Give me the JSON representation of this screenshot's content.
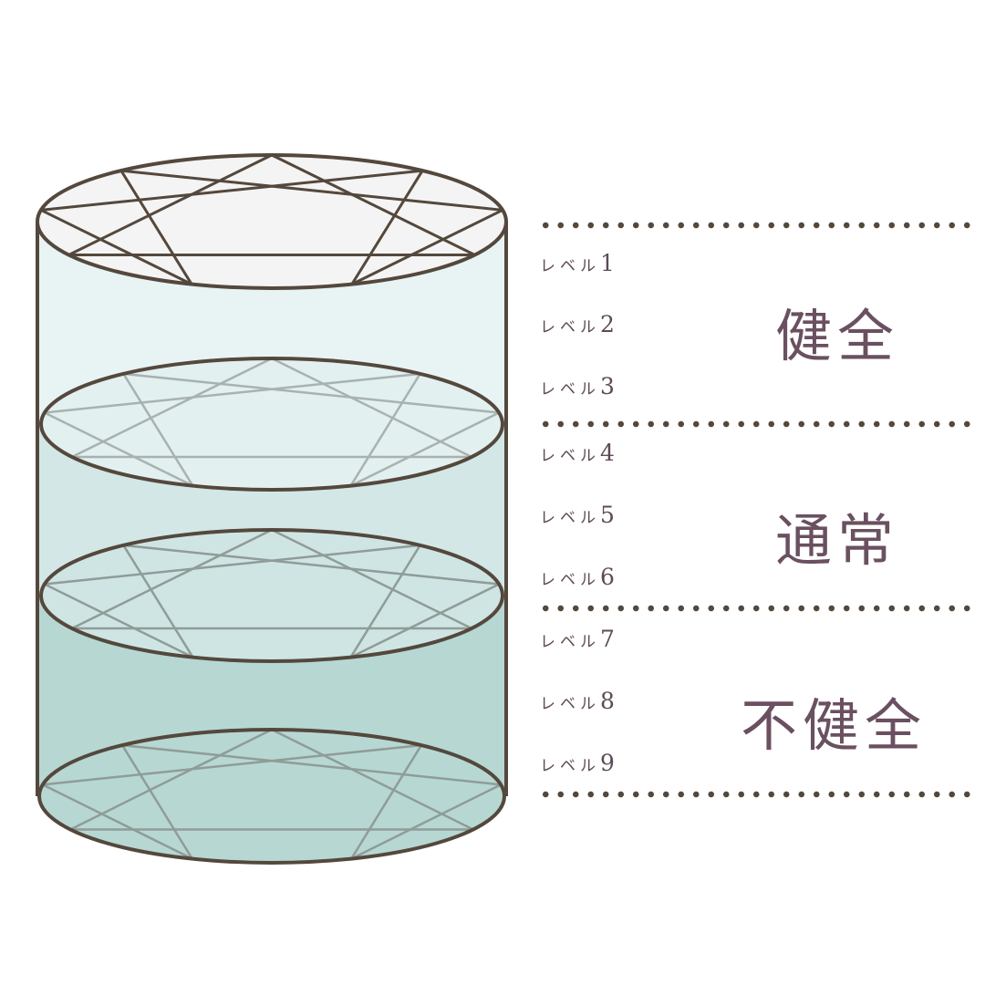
{
  "diagram": {
    "type": "enneagram-health-levels-cylinder",
    "colors": {
      "outline": "#54483d",
      "inner_line": "#8f9c98",
      "top_fill": "#f4f4f4",
      "band_healthy": "#e8f3f4",
      "band_average": "#d2e7e6",
      "band_unhealthy": "#b7d7d3",
      "label_text": "#6a5060"
    },
    "levels": [
      {
        "prefix": "レベル",
        "num": "1"
      },
      {
        "prefix": "レベル",
        "num": "2"
      },
      {
        "prefix": "レベル",
        "num": "3"
      },
      {
        "prefix": "レベル",
        "num": "4"
      },
      {
        "prefix": "レベル",
        "num": "5"
      },
      {
        "prefix": "レベル",
        "num": "6"
      },
      {
        "prefix": "レベル",
        "num": "7"
      },
      {
        "prefix": "レベル",
        "num": "8"
      },
      {
        "prefix": "レベル",
        "num": "9"
      }
    ],
    "groups": [
      {
        "label": "健全",
        "levels": "1-3"
      },
      {
        "label": "通常",
        "levels": "4-6"
      },
      {
        "label": "不健全",
        "levels": "7-9"
      }
    ]
  }
}
